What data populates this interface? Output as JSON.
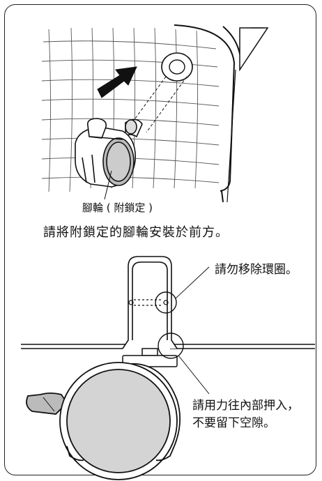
{
  "figure_top": {
    "caster_label": "腳輪 ( 附鎖定 )",
    "instruction": "請將附鎖定的腳輪安裝於前方。"
  },
  "figure_bottom": {
    "ring_note": "請勿移除環圈。",
    "push_note_line1": "請用力往內部押入，",
    "push_note_line2": "不要留下空隙。"
  }
}
